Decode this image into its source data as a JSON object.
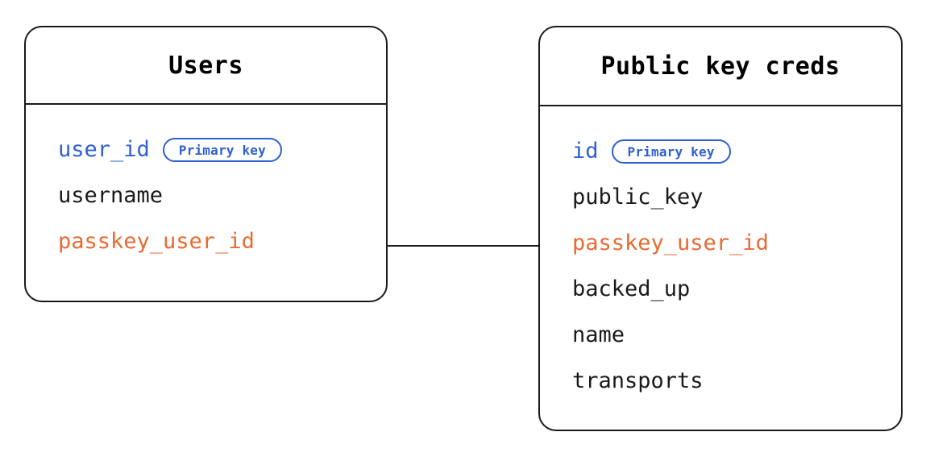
{
  "diagram": {
    "type": "entity-relationship-diagram",
    "background_color": "#ffffff",
    "colors": {
      "stroke": "#1a1a1a",
      "primary_key": "#2f5fd0",
      "foreign_key": "#ea6a33",
      "text": "#1a1a1a",
      "badge_border": "#2f5fd0"
    }
  },
  "entities": [
    {
      "id": "users",
      "title": "Users",
      "fields": [
        {
          "name": "user_id",
          "role": "key",
          "badge": "Primary key"
        },
        {
          "name": "username",
          "role": "plain",
          "badge": null
        },
        {
          "name": "passkey_user_id",
          "role": "fk",
          "badge": null
        }
      ]
    },
    {
      "id": "public-key-creds",
      "title": "Public key creds",
      "fields": [
        {
          "name": "id",
          "role": "key",
          "badge": "Primary key"
        },
        {
          "name": "public_key",
          "role": "plain",
          "badge": null
        },
        {
          "name": "passkey_user_id",
          "role": "fk",
          "badge": null
        },
        {
          "name": "backed_up",
          "role": "plain",
          "badge": null
        },
        {
          "name": "name",
          "role": "plain",
          "badge": null
        },
        {
          "name": "transports",
          "role": "plain",
          "badge": null
        }
      ]
    }
  ],
  "relationships": [
    {
      "id": "users-to-creds",
      "from_entity": "users",
      "from_field": "passkey_user_id",
      "to_entity": "public-key-creds",
      "to_field": "passkey_user_id"
    }
  ]
}
